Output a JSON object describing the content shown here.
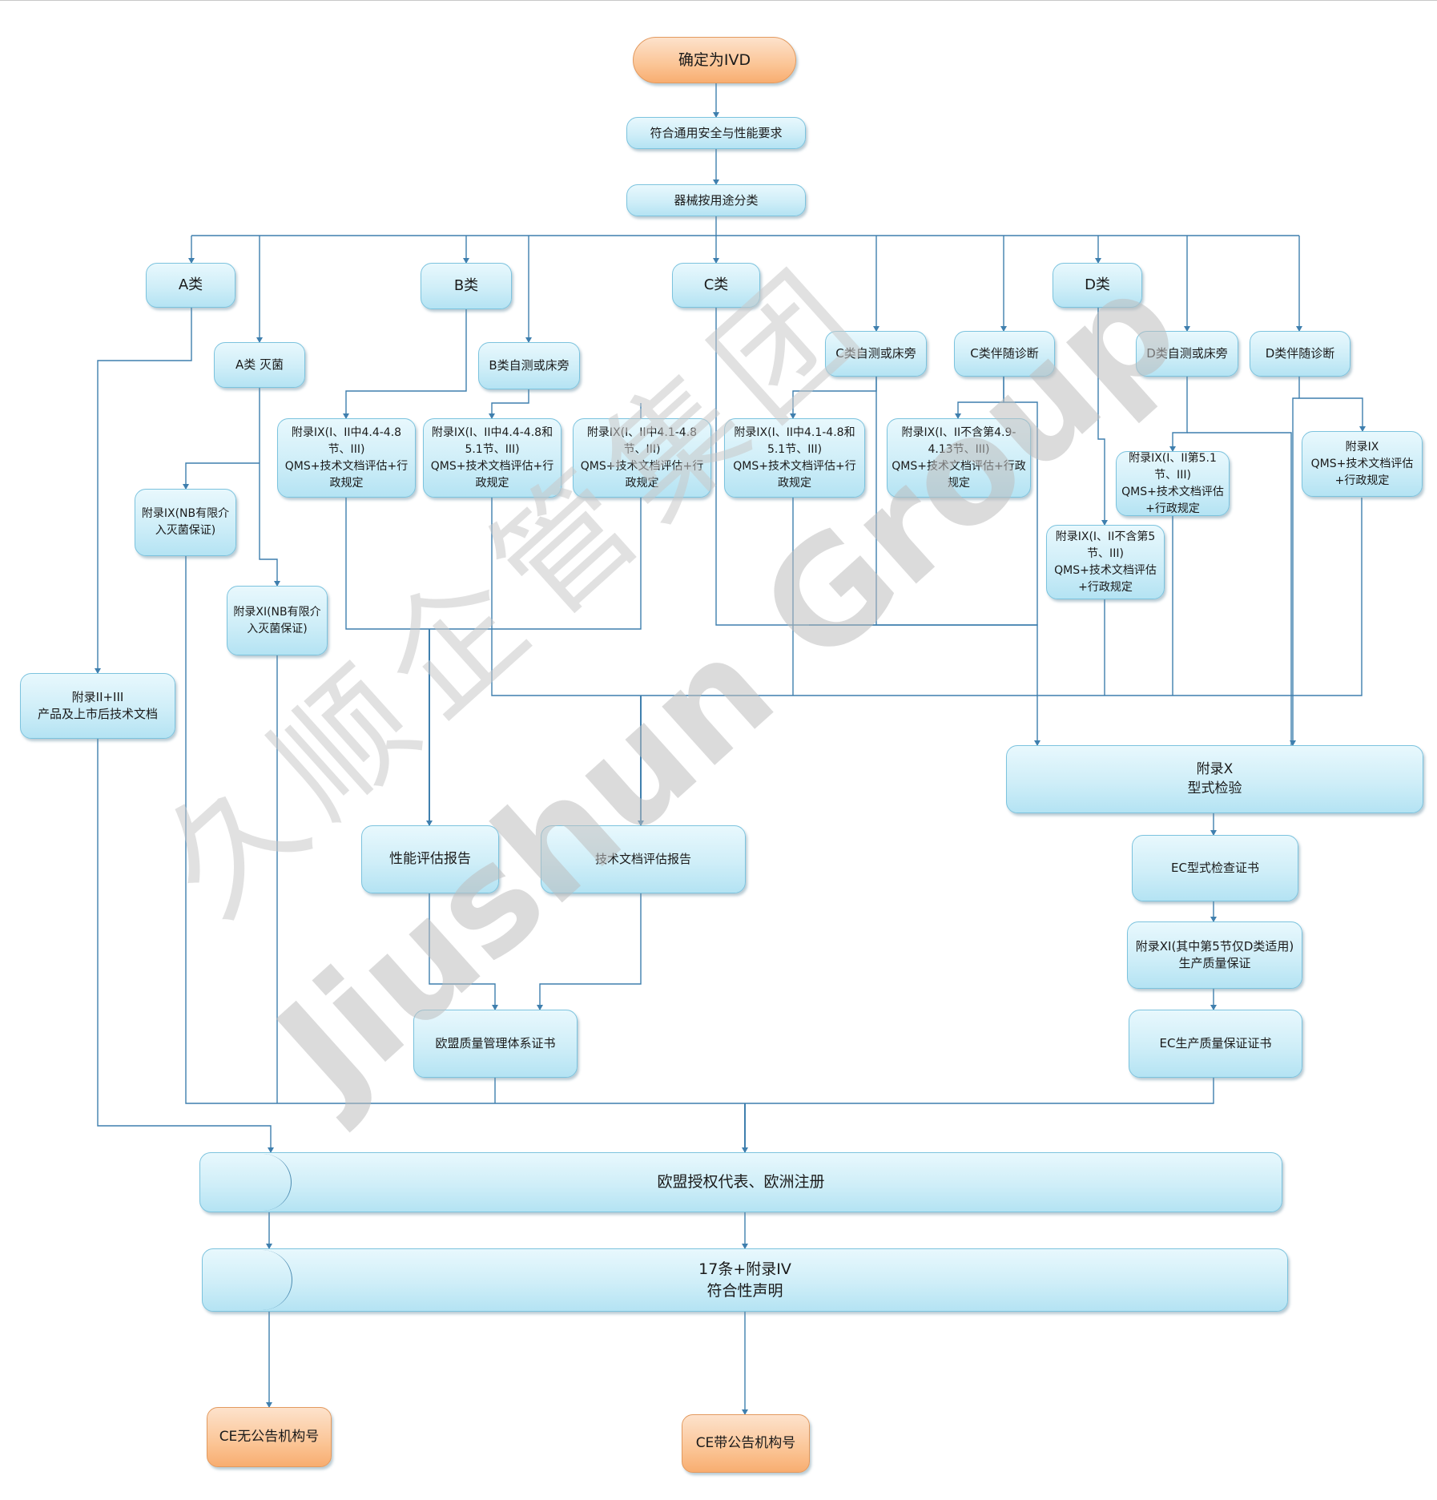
{
  "flowchart": {
    "start": "确定为IVD",
    "gspr": "符合通用安全与性能要求",
    "classify": "器械按用途分类",
    "class_a": "A类",
    "class_b": "B类",
    "class_c": "C类",
    "class_d": "D类",
    "a_sterile": "A类 灭菌",
    "b_self_test": "B类自测或床旁",
    "c_self_test": "C类自测或床旁",
    "c_companion": "C类伴随诊断",
    "d_self_test": "D类自测或床旁",
    "d_companion": "D类伴随诊断",
    "b_annex": "附录IX(I、II中4.4-4.8节、III)\nQMS+技术文档评估+行政规定",
    "b_self_annex": "附录IX(I、II中4.4-4.8和5.1节、III)\nQMS+技术文档评估+行政规定",
    "c_annex": "附录IX(I、II中4.1-4.8节、III)\nQMS+技术文档评估+行政规定",
    "c_self_annex": "附录IX(I、II中4.1-4.8和5.1节、III)\nQMS+技术文档评估+行政规定",
    "c_comp_annex": "附录IX(I、II不含第4.9-4.13节、III)\nQMS+技术文档评估+行政规定",
    "d_self_annex": "附录IX(I、II第5.1节、III)\nQMS+技术文档评估+行政规定",
    "d_comp_annex": "附录IX\nQMS+技术文档评估+行政规定",
    "d_annex": "附录IX(I、II不含第5节、III)\nQMS+技术文档评估+行政规定",
    "a_sterile_ix": "附录IX(NB有限介入灭菌保证)",
    "a_sterile_xi": "附录XI(NB有限介入灭菌保证)",
    "annex_2_3": "附录II+III\n产品及上市后技术文档",
    "annex_x": "附录X\n型式检验",
    "ec_type_cert": "EC型式检查证书",
    "annex_xi_prod": "附录XI(其中第5节仅D类适用)\n生产质量保证",
    "ec_prod_cert": "EC生产质量保证证书",
    "perf_report": "性能评估报告",
    "tech_report": "技术文档评估报告",
    "qms_cert": "欧盟质量管理体系证书",
    "eu_rep": "欧盟授权代表、欧洲注册",
    "declaration": "17条+附录IV\n符合性声明",
    "ce_no_nb": "CE无公告机构号",
    "ce_with_nb": "CE带公告机构号"
  },
  "watermark": {
    "cn": "久顺企管集团",
    "en": "Jiushun Group"
  },
  "colors": {
    "node_fill": "#cfeef8",
    "node_border": "#7cc3de",
    "start_fill": "#fbc596",
    "connector": "#3f7fae"
  }
}
